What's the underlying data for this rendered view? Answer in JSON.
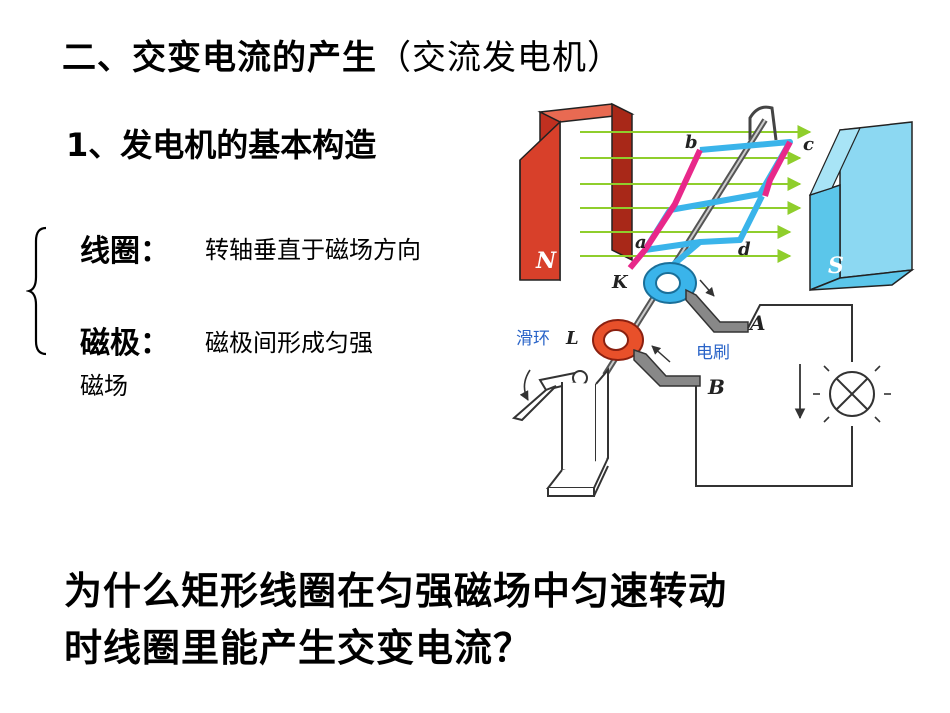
{
  "title": {
    "main": "二、交变电流的产生",
    "paren": "（交流发电机）"
  },
  "section": {
    "heading": "1、发电机的基本构造"
  },
  "coil": {
    "label": "线圈：",
    "desc": "转轴垂直于磁场方向"
  },
  "magnet": {
    "label": "磁极：",
    "desc_line1": "磁极间形成匀强",
    "desc_line2": "磁场"
  },
  "diagram": {
    "pole_n": "N",
    "pole_s": "S",
    "pt_a": "a",
    "pt_b": "b",
    "pt_c": "c",
    "pt_d": "d",
    "pt_k": "K",
    "pt_l": "L",
    "pt_A": "A",
    "pt_B": "B",
    "slip_ring": "滑环",
    "brush": "电刷",
    "colors": {
      "n_pole": "#d8402a",
      "s_pole": "#5bc6ea",
      "field": "#8fce2c",
      "coil_front": "#e8288a",
      "coil_back": "#3ab4ea"
    }
  },
  "question": {
    "line1": "为什么矩形线圈在匀强磁场中匀速转动",
    "line2": "时线圈里能产生交变电流？"
  }
}
